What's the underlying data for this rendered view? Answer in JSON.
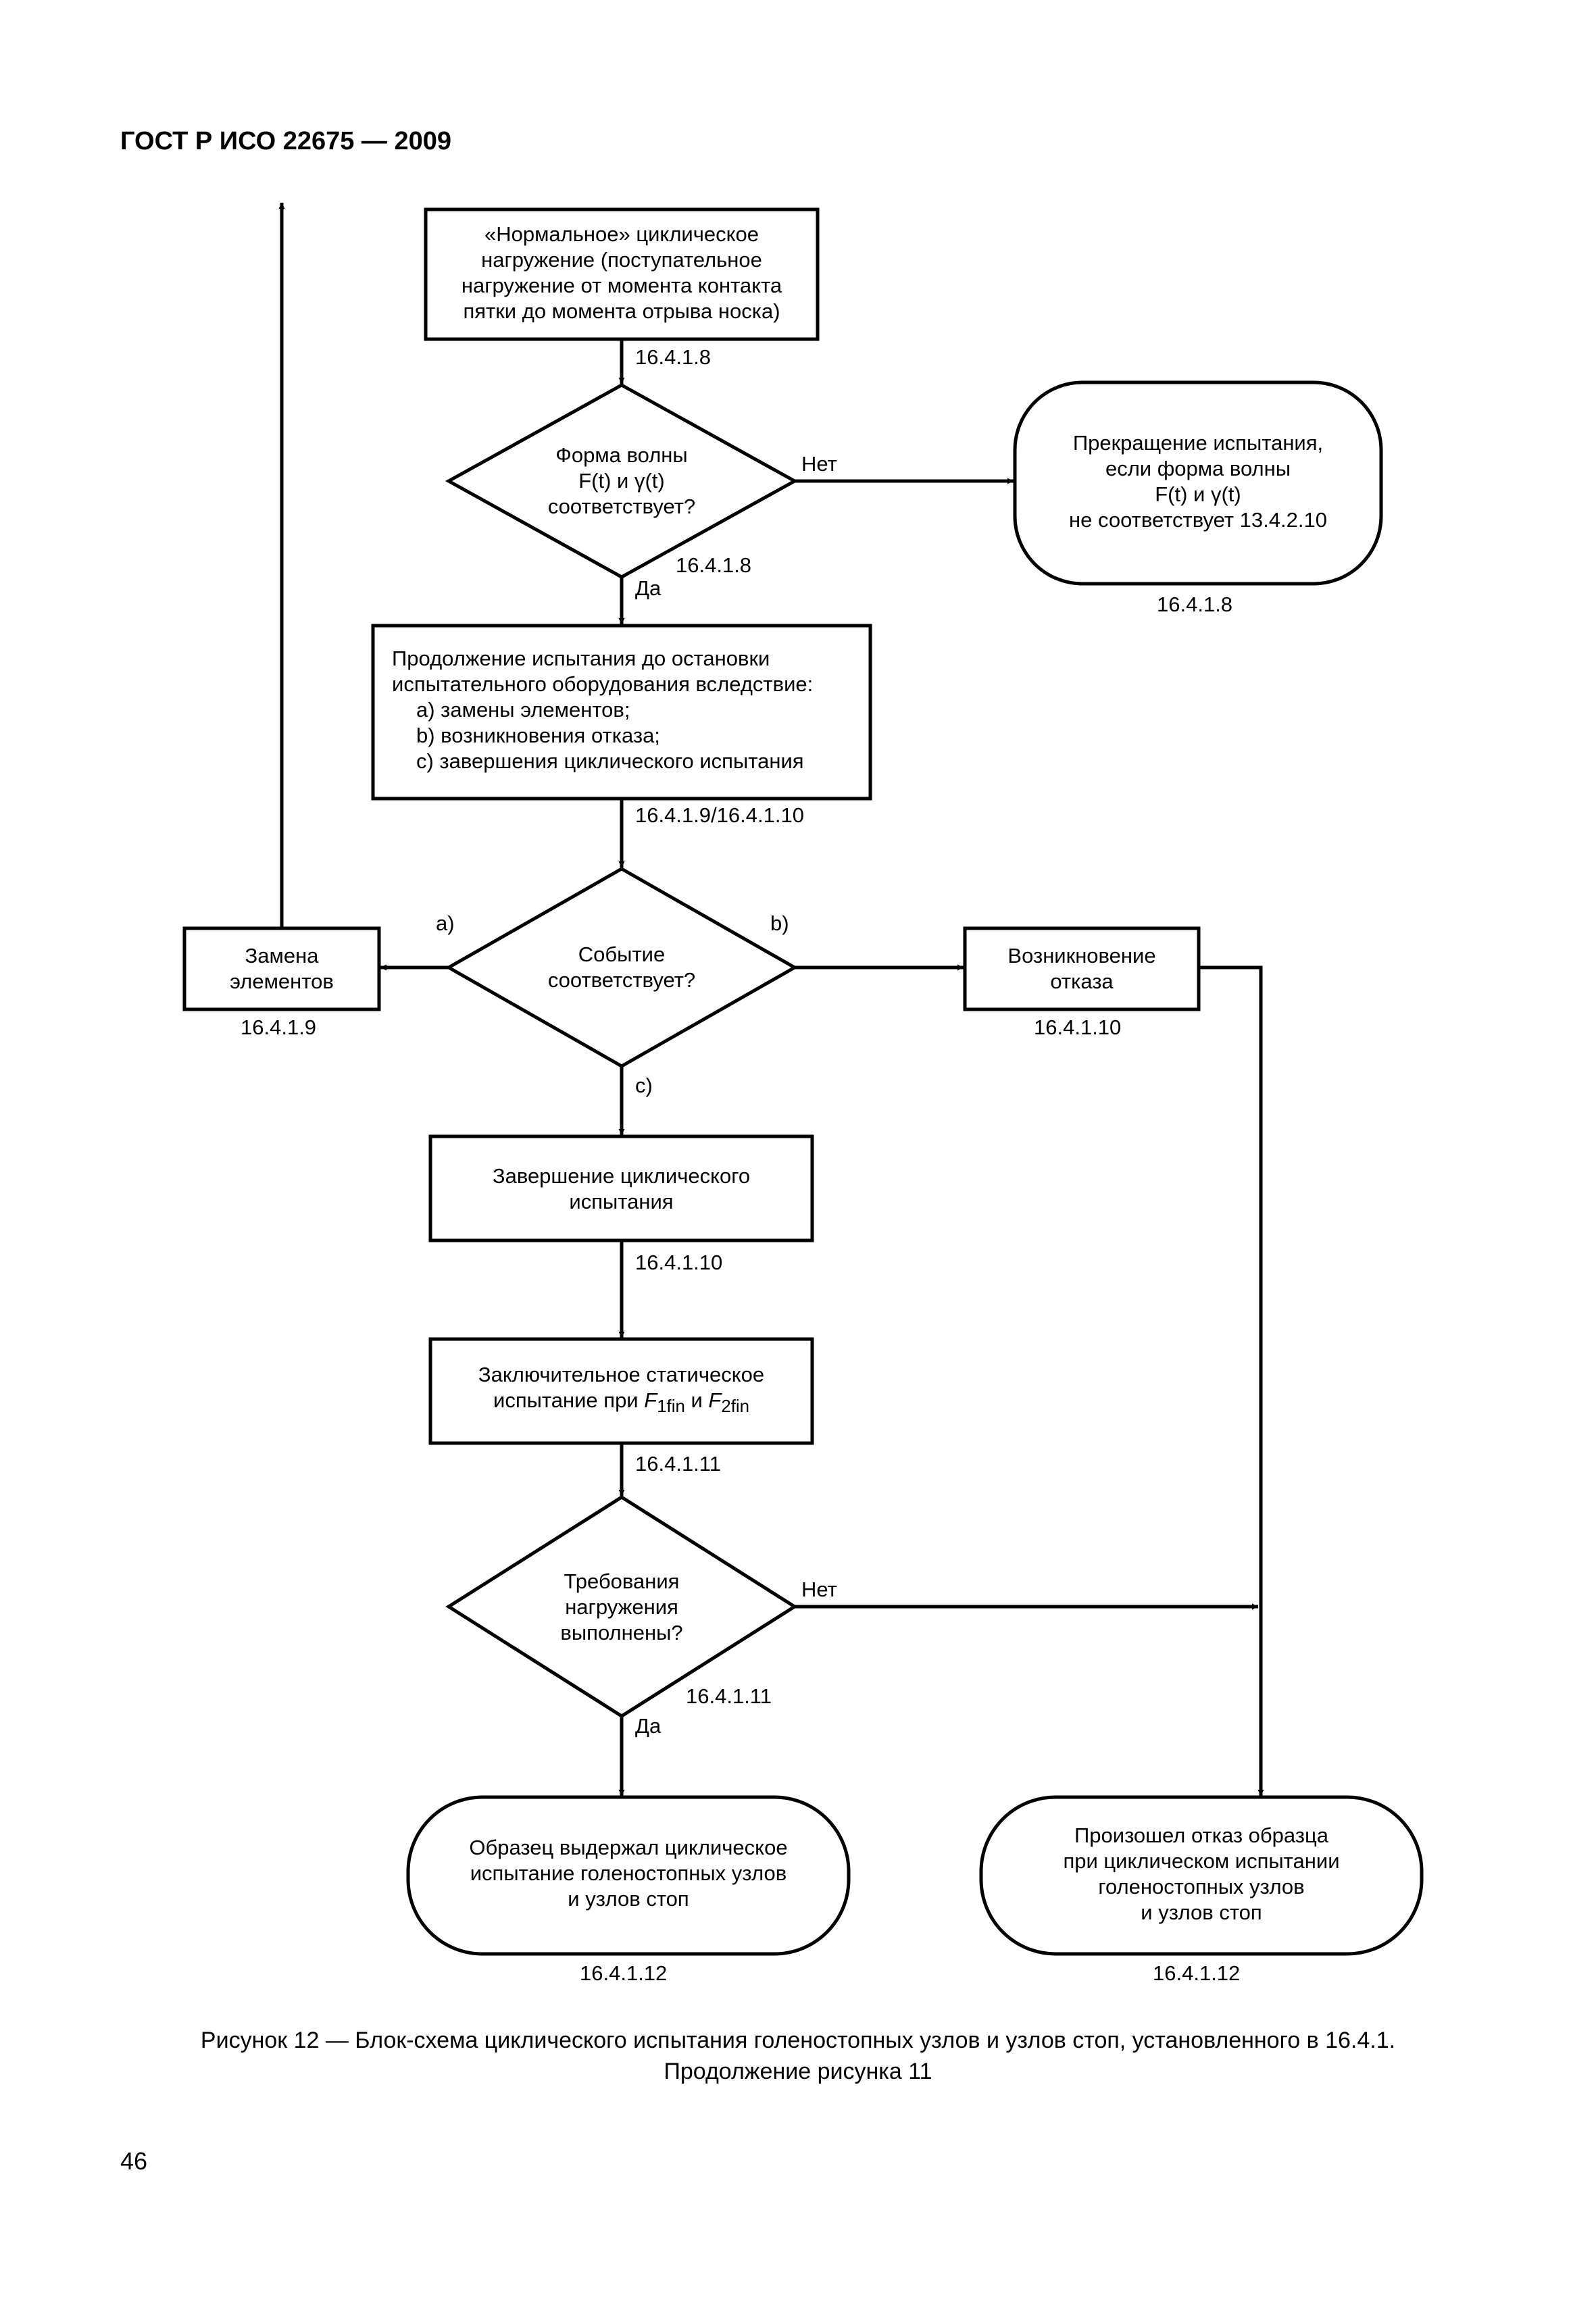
{
  "header": {
    "standard": "ГОСТ Р ИСО 22675 — 2009"
  },
  "nodes": {
    "normal_loading": [
      "«Нормальное» циклическое",
      "нагружение (поступательное",
      "нагружение от момента контакта",
      "пятки до момента отрыва носка)"
    ],
    "waveform_check": [
      "Форма волны",
      "F(t) и γ(t)",
      "соответствует?"
    ],
    "stop_test": [
      "Прекращение испытания,",
      "если форма волны",
      "F(t) и γ(t)",
      "не соответствует 13.4.2.10"
    ],
    "continue_test": {
      "intro": [
        "Продолжение испытания до остановки",
        "испытательного оборудования вследствие:"
      ],
      "items": [
        "а) замены элементов;",
        "b) возникновения отказа;",
        "с) завершения циклического испытания"
      ]
    },
    "event_check": [
      "Событие",
      "соответствует?"
    ],
    "replace_elements": [
      "Замена",
      "элементов"
    ],
    "failure": [
      "Возникновение",
      "отказа"
    ],
    "cycle_complete": [
      "Завершение циклического",
      "испытания"
    ],
    "final_static": {
      "line1": "Заключительное статическое",
      "line2_prefix": "испытание при ",
      "f1": "F",
      "f1_sub": "1fin",
      "and": " и ",
      "f2": "F",
      "f2_sub": "2fin"
    },
    "load_req_check": [
      "Требования",
      "нагружения",
      "выполнены?"
    ],
    "passed": [
      "Образец выдержал циклическое",
      "испытание голеностопных узлов",
      "и узлов стоп"
    ],
    "failed": [
      "Произошел отказ образца",
      "при циклическом испытании",
      "голеностопных узлов",
      "и узлов стоп"
    ]
  },
  "refs": {
    "r_normal": "16.4.1.8",
    "r_wave": "16.4.1.8",
    "r_stop": "16.4.1.8",
    "r_continue": "16.4.1.9/16.4.1.10",
    "r_replace": "16.4.1.9",
    "r_failure": "16.4.1.10",
    "r_complete": "16.4.1.10",
    "r_static": "16.4.1.11",
    "r_loadreq": "16.4.1.11",
    "r_passed": "16.4.1.12",
    "r_failed": "16.4.1.12"
  },
  "branches": {
    "wave_no": "Нет",
    "wave_yes": "Да",
    "event_a": "а)",
    "event_b": "b)",
    "event_c": "с)",
    "load_no": "Нет",
    "load_yes": "Да"
  },
  "caption": {
    "line1": "Рисунок 12 — Блок-схема  циклического испытания голеностопных узлов и узлов стоп, установленного в  16.4.1.",
    "line2": "Продолжение    рисунка 11"
  },
  "page_number": "46"
}
